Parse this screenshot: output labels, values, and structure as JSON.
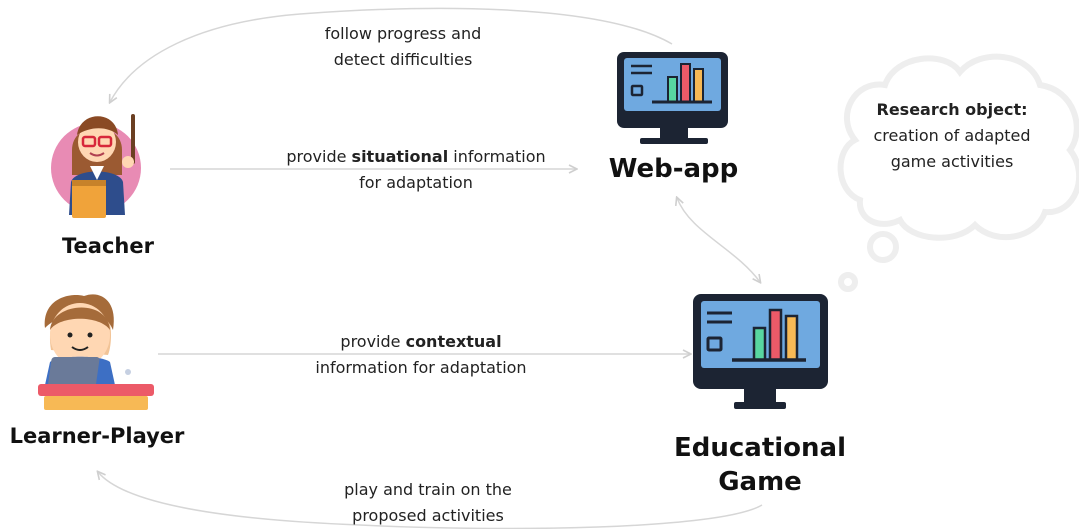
{
  "nodes": {
    "teacher": {
      "label": "Teacher"
    },
    "learner": {
      "label": "Learner-Player"
    },
    "webapp": {
      "label": "Web-app"
    },
    "game": {
      "label_line1": "Educational",
      "label_line2": "Game"
    }
  },
  "edges": {
    "follow": {
      "line1": "follow progress and",
      "line2": "detect difficulties"
    },
    "situational": {
      "pre": "provide ",
      "bold": "situational",
      "post": " information",
      "line2": "for adaptation"
    },
    "contextual": {
      "pre": "provide ",
      "bold": "contextual",
      "line2": "information for adaptation"
    },
    "play": {
      "line1": "play and train on the",
      "line2": "proposed activities"
    }
  },
  "cloud": {
    "heading": "Research object:",
    "line1": "creation of adapted",
    "line2": "game activities"
  },
  "colors": {
    "arrow": "#d6d6d6",
    "monitor_screen": "#6fa9e0",
    "monitor_frame": "#1c2433",
    "bar_red": "#ec5a68",
    "bar_green": "#58d6a0",
    "bar_orange": "#f7b955",
    "teacher_circle": "#e88bb4"
  }
}
